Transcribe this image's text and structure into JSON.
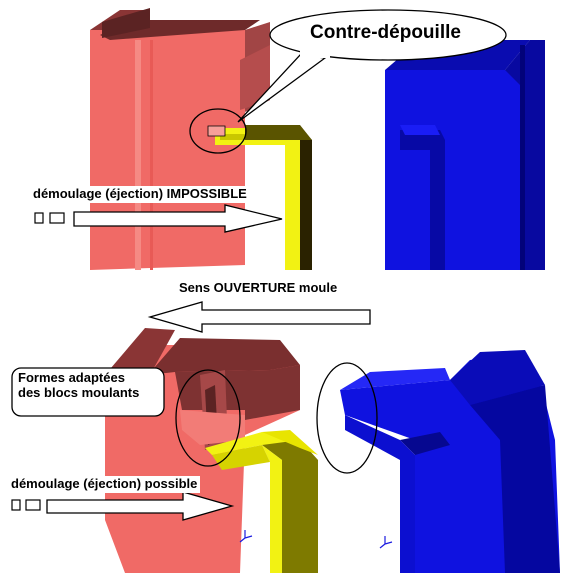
{
  "labels": {
    "callout_top": "Contre-dépouille",
    "top_release": "démoulage (éjection) IMPOSSIBLE",
    "opening_direction": "Sens OUVERTURE moule",
    "adapted_shapes_line1": "Formes adaptées",
    "adapted_shapes_line2": "des blocs moulants",
    "bottom_release": "démoulage (éjection) possible"
  },
  "colors": {
    "part_salmon": "#f06a66",
    "part_salmon_dark": "#8a3535",
    "part_salmon_light": "#f7a09a",
    "mold_blue": "#0f12e0",
    "mold_blue_dark": "#02027a",
    "yellow_insert": "#f2f213",
    "olive_insert": "#7e7a00",
    "dark_band": "#2a2200"
  },
  "icons": [
    "arrow-right-icon",
    "arrow-left-icon",
    "axis-triad-icon"
  ]
}
